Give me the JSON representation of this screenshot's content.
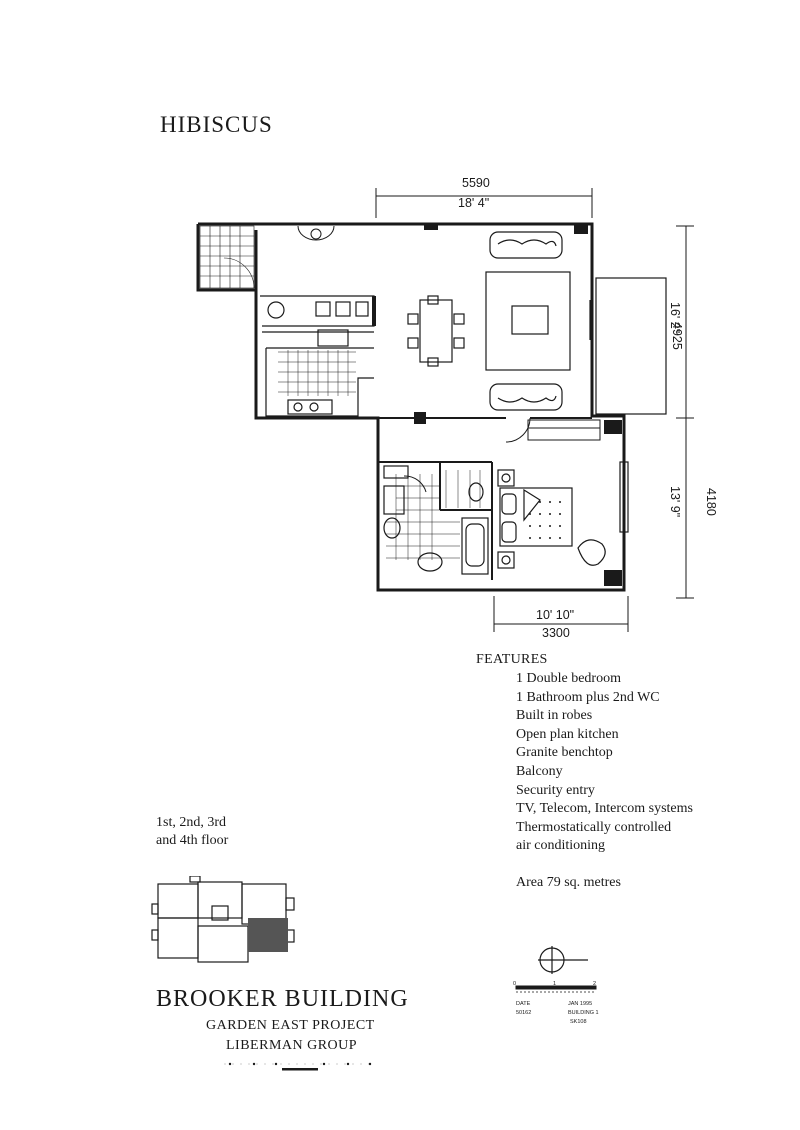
{
  "plan_title": "HIBISCUS",
  "dimensions": {
    "top_mm": "5590",
    "top_ft": "18' 4\"",
    "right_upper_mm": "4925",
    "right_upper_ft": "16' 2\"",
    "right_lower_mm": "4180",
    "right_lower_ft": "13' 9\"",
    "bottom_ft": "10' 10\"",
    "bottom_mm": "3300"
  },
  "features": {
    "heading": "FEATURES",
    "items": [
      "1 Double bedroom",
      "1 Bathroom plus 2nd WC",
      "Built in robes",
      "Open plan kitchen",
      "Granite benchtop",
      "Balcony",
      "Security entry",
      "TV, Telecom, Intercom systems",
      "Thermostatically controlled",
      "air conditioning"
    ],
    "area": "Area 79 sq. metres"
  },
  "floors": [
    "1st, 2nd, 3rd",
    "and 4th floor"
  ],
  "building_name": "BROOKER BUILDING",
  "project_name": "GARDEN EAST PROJECT",
  "developer": "LIBERMAN GROUP",
  "title_block": {
    "scale_0": "0",
    "scale_1": "1",
    "scale_2": "2",
    "date_label": "DATE",
    "date_value": "JAN 1995",
    "job_no": "50162",
    "building": "BUILDING 1",
    "sheet": "SK108"
  },
  "colors": {
    "ink": "#1a1a1a",
    "background": "#ffffff",
    "highlight": "#555555"
  }
}
